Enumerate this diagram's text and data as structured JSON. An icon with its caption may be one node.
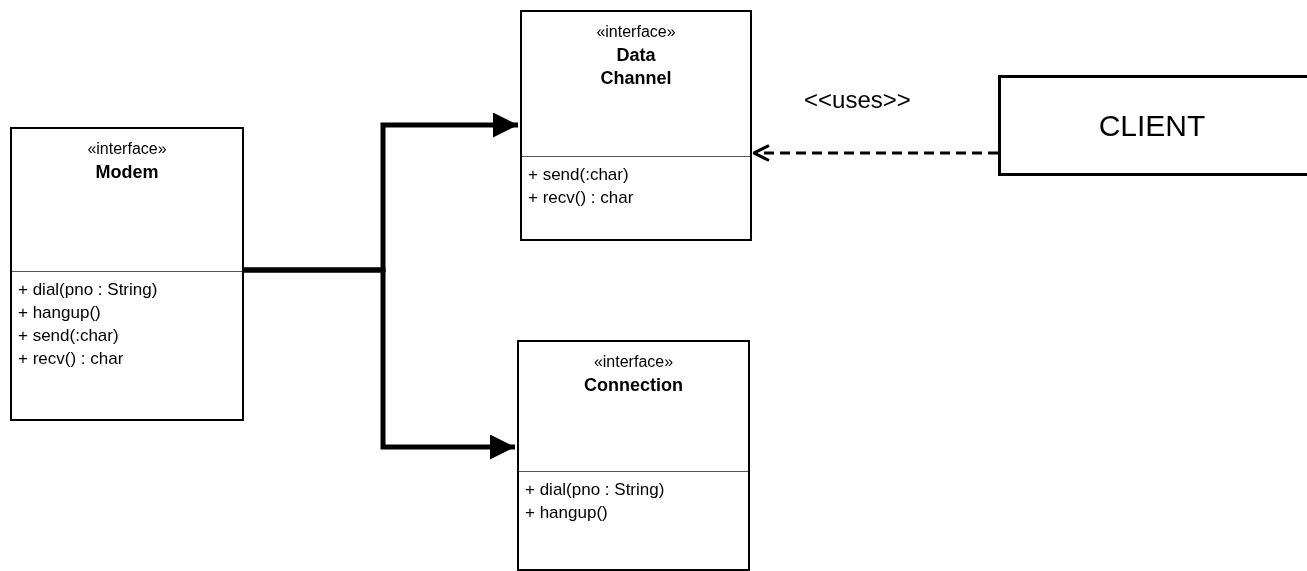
{
  "diagram": {
    "nodes": [
      {
        "text": [
          "«interface»",
          "Modem",
          "+ dial(pno : String)",
          "+ hangup()",
          "+ send(:char)",
          "+ recv() : char"
        ]
      },
      {
        "text": [
          "«interface»",
          "Data Channel",
          "+ send(:char)",
          "+ recv() : char"
        ]
      },
      {
        "text": [
          "«interface»",
          "Connection",
          "+ dial(pno : String)",
          "+ hangup()"
        ]
      },
      {
        "text": [
          "CLIENT"
        ]
      }
    ],
    "edges": [
      {
        "from": 0,
        "to": 1,
        "arrow": "to"
      },
      {
        "from": 0,
        "to": 2,
        "arrow": "to"
      },
      {
        "from": 3,
        "to": 1,
        "arrow": "to",
        "style": "dashed",
        "label": "<<uses>>"
      }
    ]
  }
}
